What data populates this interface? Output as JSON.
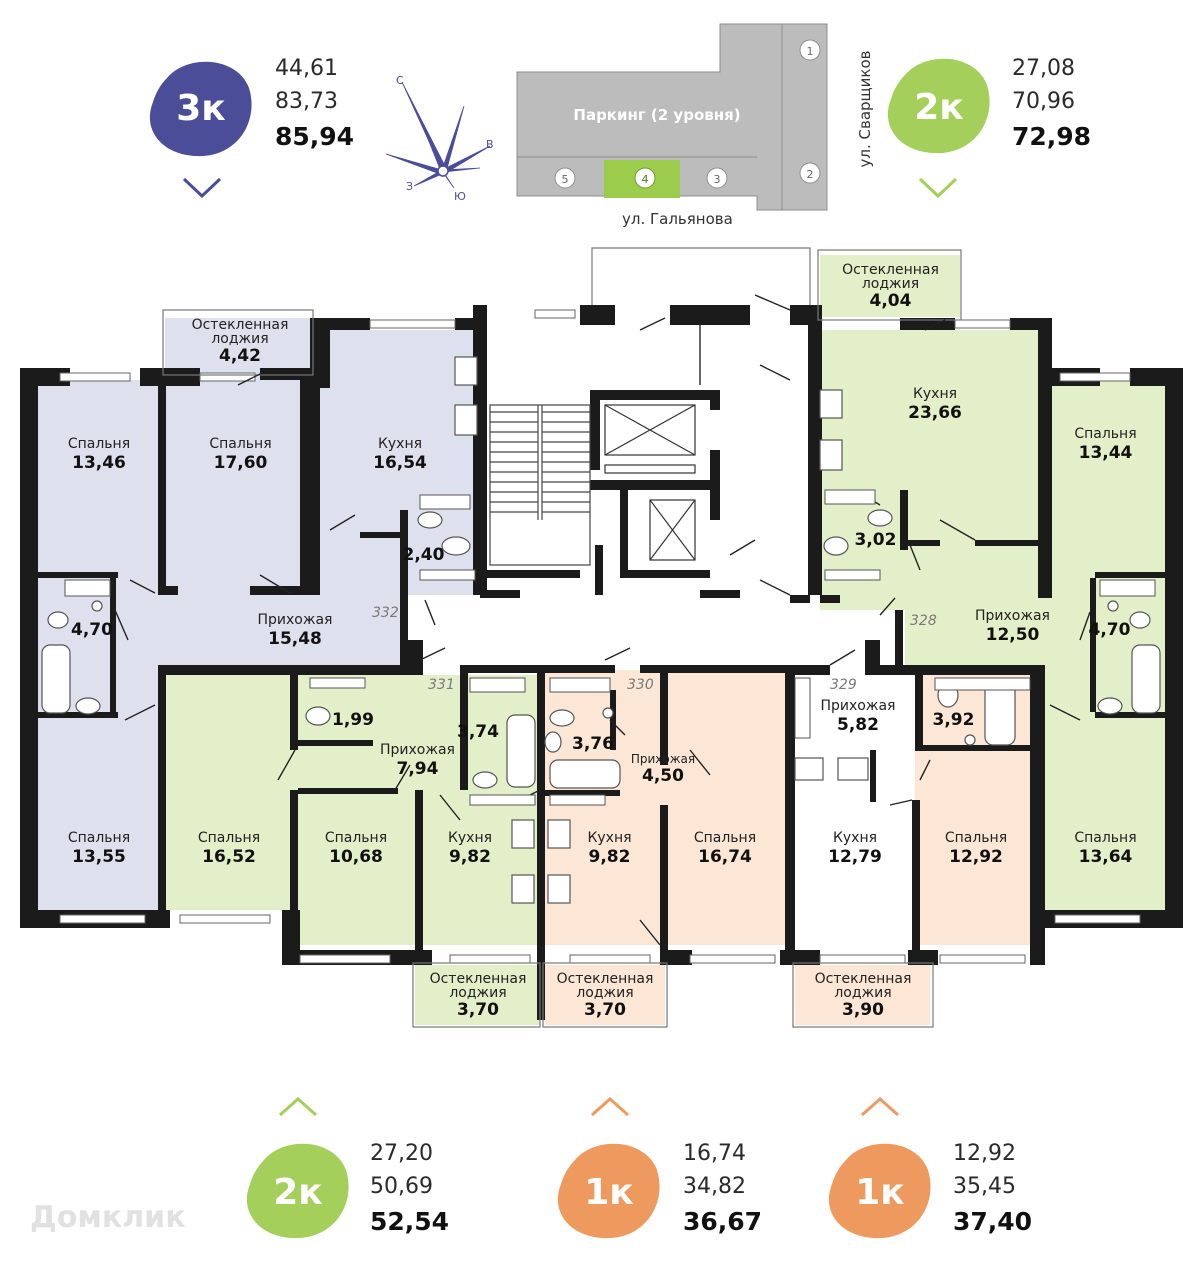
{
  "colors": {
    "wall": "#1b1b1b",
    "purple": "#dfe0ee",
    "green": "#e3efc9",
    "peach": "#fce7d6",
    "badge_purple": "#4b4d98",
    "badge_green": "#a3cf5a",
    "badge_orange": "#ee9a5e",
    "site_gray": "#bcbcbc",
    "site_green": "#9ccc4c"
  },
  "legend": {
    "top_left": {
      "badge": "3к",
      "v1": "44,61",
      "v2": "83,73",
      "total": "85,94",
      "chevron": "chevron-down-icon"
    },
    "top_right": {
      "badge": "2к",
      "v1": "27,08",
      "v2": "70,96",
      "total": "72,98",
      "chevron": "chevron-down-icon"
    },
    "bottom_1": {
      "badge": "2к",
      "v1": "27,20",
      "v2": "50,69",
      "total": "52,54",
      "chevron": "chevron-up-icon"
    },
    "bottom_2": {
      "badge": "1к",
      "v1": "16,74",
      "v2": "34,82",
      "total": "36,67",
      "chevron": "chevron-up-icon"
    },
    "bottom_3": {
      "badge": "1к",
      "v1": "12,92",
      "v2": "35,45",
      "total": "37,40",
      "chevron": "chevron-up-icon"
    }
  },
  "compass": {
    "n": "С",
    "e": "В",
    "s": "Ю",
    "w": "З"
  },
  "site": {
    "parking": "Паркинг (2 уровня)",
    "street_bottom": "ул. Гальянова",
    "street_right": "ул. Сварщиков",
    "sections": [
      "1",
      "2",
      "3",
      "4",
      "5"
    ]
  },
  "apartment_numbers": {
    "a332": "332",
    "a331": "331",
    "a330": "330",
    "a329": "329",
    "a328": "328"
  },
  "rooms": {
    "loggia_332": {
      "name": "Остекленная лоджия",
      "area": "4,42"
    },
    "bed_332_a": {
      "name": "Спальня",
      "area": "13,46"
    },
    "bed_332_b": {
      "name": "Спальня",
      "area": "17,60"
    },
    "kitchen_332": {
      "name": "Кухня",
      "area": "16,54"
    },
    "bath_332_small": {
      "name": "",
      "area": "2,40"
    },
    "bath_332": {
      "name": "",
      "area": "4,70"
    },
    "hall_332": {
      "name": "Прихожая",
      "area": "15,48"
    },
    "bed_332_c": {
      "name": "Спальня",
      "area": "13,55"
    },
    "bed_331_a": {
      "name": "Спальня",
      "area": "16,52"
    },
    "wc_331": {
      "name": "",
      "area": "1,99"
    },
    "bath_331": {
      "name": "",
      "area": "3,74"
    },
    "hall_331": {
      "name": "Прихожая",
      "area": "7,94"
    },
    "bed_331_b": {
      "name": "Спальня",
      "area": "10,68"
    },
    "kitchen_331": {
      "name": "Кухня",
      "area": "9,82"
    },
    "loggia_331": {
      "name": "Остекленная лоджия",
      "area": "3,70"
    },
    "bath_330": {
      "name": "",
      "area": "3,76"
    },
    "hall_330": {
      "name": "Прихожая",
      "area": "4,50"
    },
    "kitchen_330": {
      "name": "Кухня",
      "area": "9,82"
    },
    "bed_330": {
      "name": "Спальня",
      "area": "16,74"
    },
    "loggia_330": {
      "name": "Остекленная лоджия",
      "area": "3,70"
    },
    "hall_329": {
      "name": "Прихожая",
      "area": "5,82"
    },
    "bath_329": {
      "name": "",
      "area": "3,92"
    },
    "kitchen_329": {
      "name": "Кухня",
      "area": "12,79"
    },
    "bed_329": {
      "name": "Спальня",
      "area": "12,92"
    },
    "loggia_329": {
      "name": "Остекленная лоджия",
      "area": "3,90"
    },
    "loggia_328": {
      "name": "Остекленная лоджия",
      "area": "4,04"
    },
    "kitchen_328": {
      "name": "Кухня",
      "area": "23,66"
    },
    "bath_328_small": {
      "name": "",
      "area": "3,02"
    },
    "bed_328_a": {
      "name": "Спальня",
      "area": "13,44"
    },
    "hall_328": {
      "name": "Прихожая",
      "area": "12,50"
    },
    "bath_328": {
      "name": "",
      "area": "4,70"
    },
    "bed_328_b": {
      "name": "Спальня",
      "area": "13,64"
    }
  },
  "watermark": "Домклик"
}
